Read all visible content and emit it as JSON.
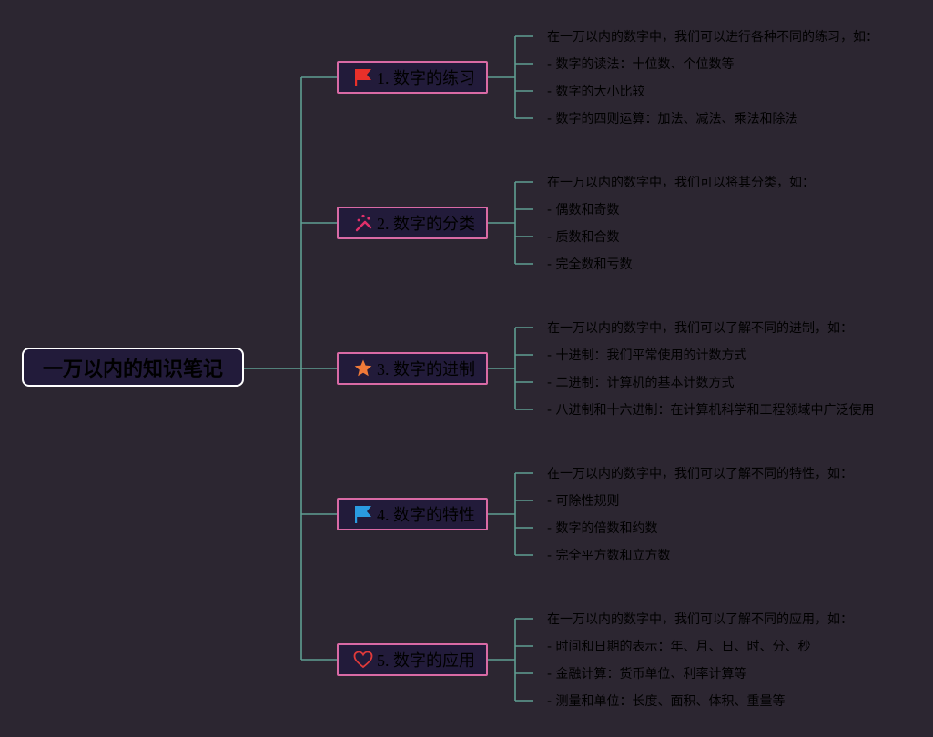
{
  "root": {
    "title": "一万以内的知识笔记"
  },
  "branches": [
    {
      "label": "1. 数字的练习",
      "icon": "red-flag-icon",
      "icon_color": "#e8302a",
      "leaves": [
        "在一万以内的数字中，我们可以进行各种不同的练习，如：",
        "- 数字的读法：十位数、个位数等",
        "- 数字的大小比较",
        "- 数字的四则运算：加法、减法、乘法和除法"
      ]
    },
    {
      "label": "2. 数字的分类",
      "icon": "magic-wand-icon",
      "icon_color": "#e0306a",
      "leaves": [
        "在一万以内的数字中，我们可以将其分类，如：",
        "- 偶数和奇数",
        "- 质数和合数",
        "- 完全数和亏数"
      ]
    },
    {
      "label": "3. 数字的进制",
      "icon": "star-icon",
      "icon_color": "#f07a38",
      "leaves": [
        "在一万以内的数字中，我们可以了解不同的进制，如：",
        "- 十进制：我们平常使用的计数方式",
        "- 二进制：计算机的基本计数方式",
        "- 八进制和十六进制：在计算机科学和工程领域中广泛使用"
      ]
    },
    {
      "label": "4. 数字的特性",
      "icon": "blue-flag-icon",
      "icon_color": "#2a9be0",
      "leaves": [
        "在一万以内的数字中，我们可以了解不同的特性，如：",
        "- 可除性规则",
        "- 数字的倍数和约数",
        "- 完全平方数和立方数"
      ]
    },
    {
      "label": "5. 数字的应用",
      "icon": "heart-icon",
      "icon_color": "#e03a3a",
      "leaves": [
        "在一万以内的数字中，我们可以了解不同的应用，如：",
        "- 时间和日期的表示：年、月、日、时、分、秒",
        "- 金融计算：货币单位、利率计算等",
        "- 测量和单位：长度、面积、体积、重量等"
      ]
    }
  ],
  "colors": {
    "background": "#2c2631",
    "node_fill": "#221b3a",
    "branch_border": "#d96aa5",
    "root_border": "#ffffff",
    "connector": "#5f9e92"
  }
}
